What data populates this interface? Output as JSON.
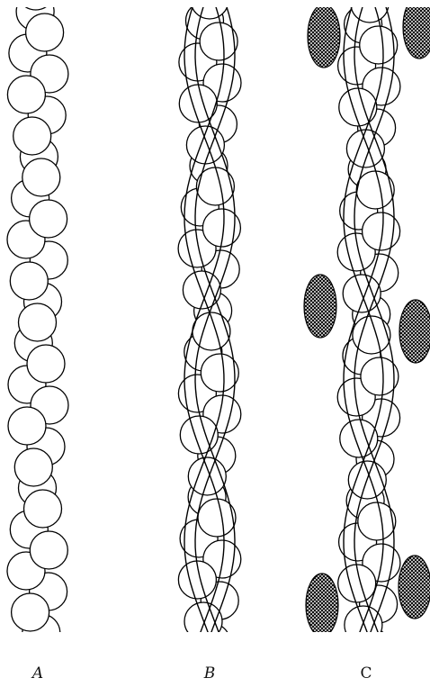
{
  "panels": [
    {
      "id": "A",
      "label": "A",
      "has_strands": false,
      "has_bound_proteins": false
    },
    {
      "id": "B",
      "label": "B",
      "has_strands": true,
      "has_bound_proteins": false
    },
    {
      "id": "C",
      "label": "C",
      "has_strands": true,
      "has_bound_proteins": true
    }
  ],
  "colors": {
    "bead_fill": "#ffffff",
    "outline": "#000000",
    "protein_hatch": "#000000"
  }
}
